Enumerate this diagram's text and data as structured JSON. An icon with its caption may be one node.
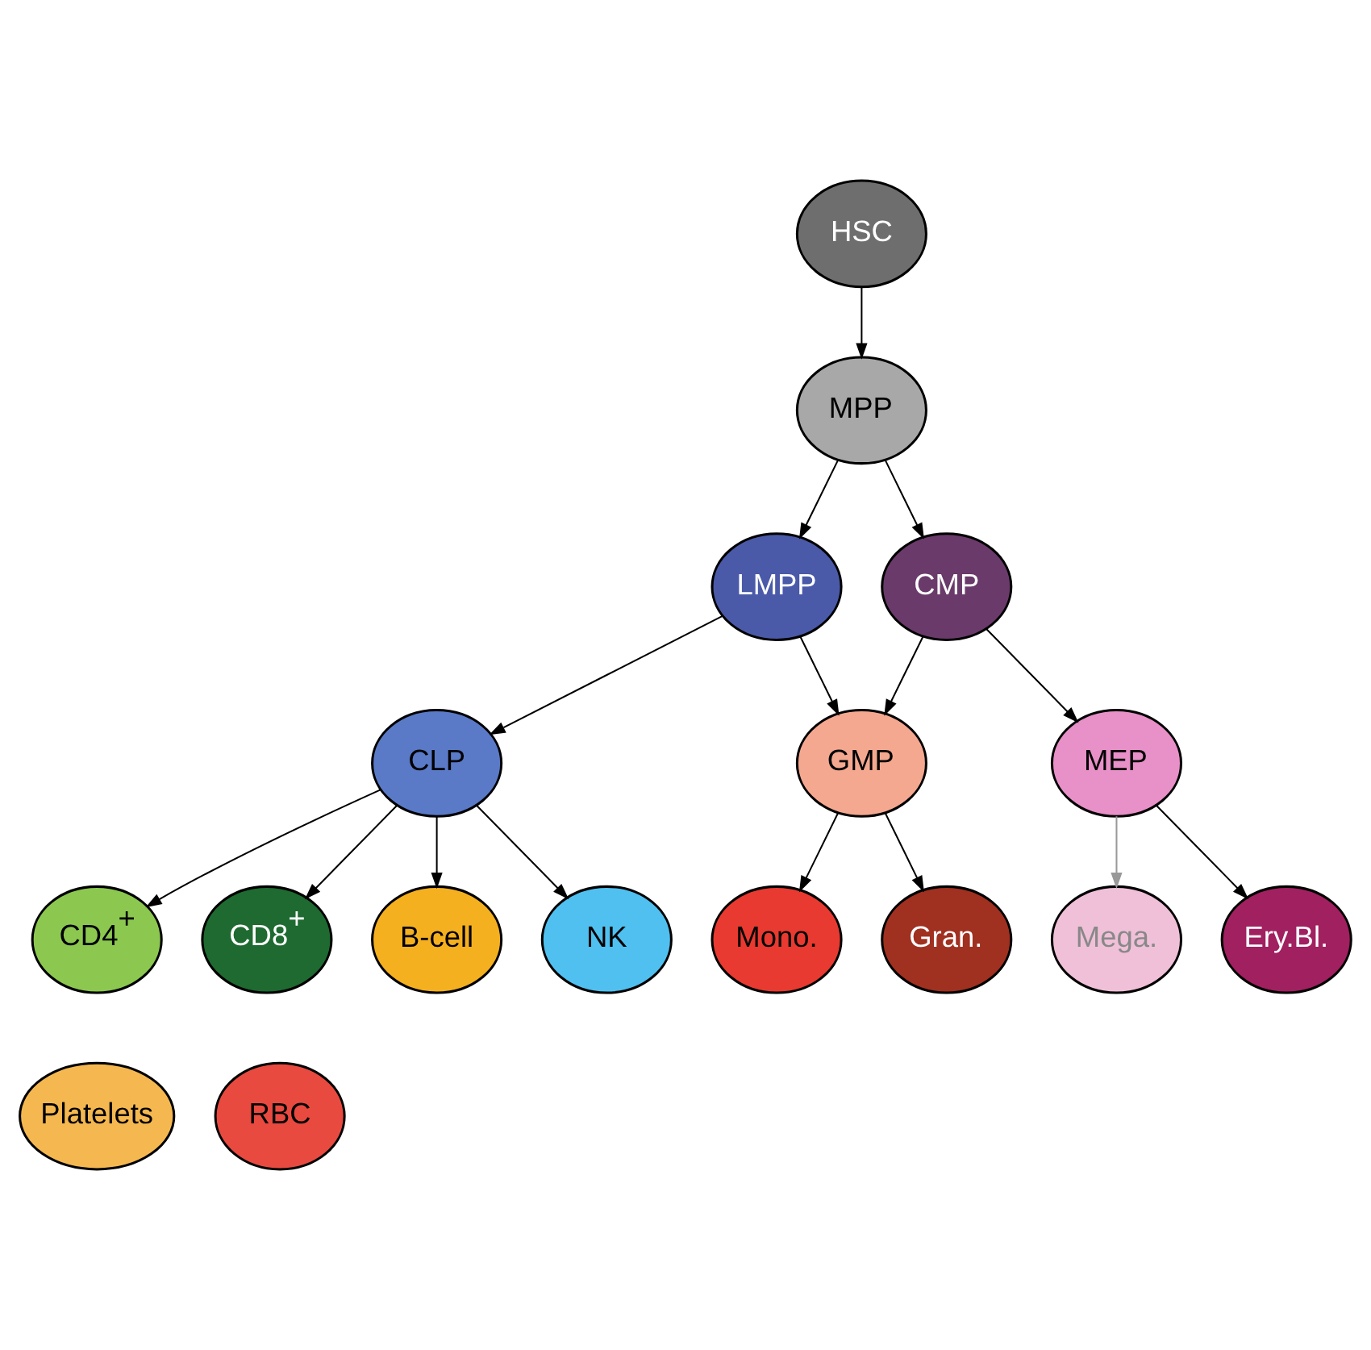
{
  "diagram": {
    "nodes": [
      {
        "text": [
          "HSC"
        ]
      },
      {
        "text": [
          "MPP"
        ]
      },
      {
        "text": [
          "LMPP"
        ]
      },
      {
        "text": [
          "CMP"
        ]
      },
      {
        "text": [
          "CLP"
        ]
      },
      {
        "text": [
          "GMP"
        ]
      },
      {
        "text": [
          "MEP"
        ]
      },
      {
        "text": [
          "CD4$^{+}$"
        ]
      },
      {
        "text": [
          "CD8$^{+}$"
        ]
      },
      {
        "text": [
          "B-cell"
        ]
      },
      {
        "text": [
          "NK"
        ]
      },
      {
        "text": [
          "Mono."
        ]
      },
      {
        "text": [
          "Gran."
        ]
      },
      {
        "text": [
          "Mega."
        ]
      },
      {
        "text": [
          "Ery.Bl."
        ]
      },
      {
        "text": [
          "Platelets"
        ]
      },
      {
        "text": [
          "RBC"
        ]
      }
    ],
    "edges": [
      {
        "from": 0,
        "to": 1,
        "arrow": "to"
      },
      {
        "from": 1,
        "to": 2,
        "arrow": "to"
      },
      {
        "from": 1,
        "to": 3,
        "arrow": "to"
      },
      {
        "from": 2,
        "to": 4,
        "arrow": "to"
      },
      {
        "from": 2,
        "to": 5,
        "arrow": "to"
      },
      {
        "from": 3,
        "to": 5,
        "arrow": "to"
      },
      {
        "from": 3,
        "to": 6,
        "arrow": "to"
      },
      {
        "from": 4,
        "to": 7,
        "arrow": "to"
      },
      {
        "from": 4,
        "to": 8,
        "arrow": "to"
      },
      {
        "from": 4,
        "to": 9,
        "arrow": "to"
      },
      {
        "from": 4,
        "to": 10,
        "arrow": "to"
      },
      {
        "from": 5,
        "to": 11,
        "arrow": "to"
      },
      {
        "from": 5,
        "to": 12,
        "arrow": "to"
      },
      {
        "from": 6,
        "to": 13,
        "arrow": "to",
        "color": "#999999"
      },
      {
        "from": 6,
        "to": 14,
        "arrow": "to"
      }
    ]
  }
}
